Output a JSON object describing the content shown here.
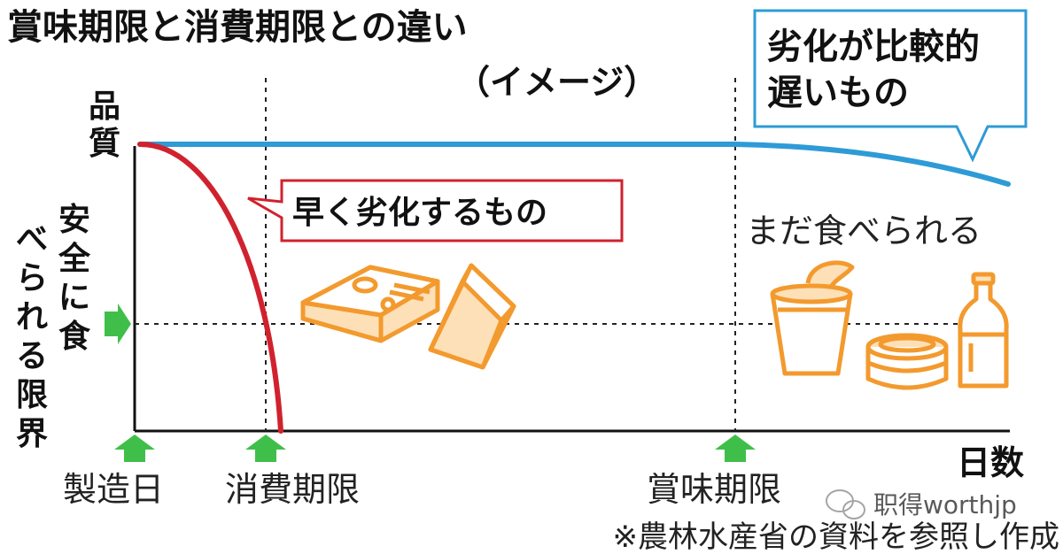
{
  "title": "賞味期限と消費期限との違い",
  "subtitle": "（イメージ）",
  "y_axis": {
    "label": "品質"
  },
  "x_axis": {
    "label": "日数"
  },
  "safety_limit": {
    "label": "安全に食べられる限界"
  },
  "x_markers": [
    {
      "label": "製造日"
    },
    {
      "label": "消費期限"
    },
    {
      "label": "賞味期限"
    }
  ],
  "curves": {
    "fast": {
      "label": "早く劣化するもの",
      "color": "#d0222e"
    },
    "slow": {
      "label_line1": "劣化が比較的",
      "label_line2": "遅いもの",
      "color": "#2e9bd6"
    }
  },
  "annotations": {
    "still_edible": "まだ食べられる"
  },
  "icons": {
    "fast_foods": [
      "bento-box-icon",
      "sandwich-icon"
    ],
    "slow_foods": [
      "cup-noodle-icon",
      "canned-food-icon",
      "bottle-icon"
    ],
    "food_color": "#f39a2e",
    "arrow_color": "#3fbf4a"
  },
  "watermark": "职得worthjp",
  "source_note": "※農林水産省の資料を参照し作成"
}
